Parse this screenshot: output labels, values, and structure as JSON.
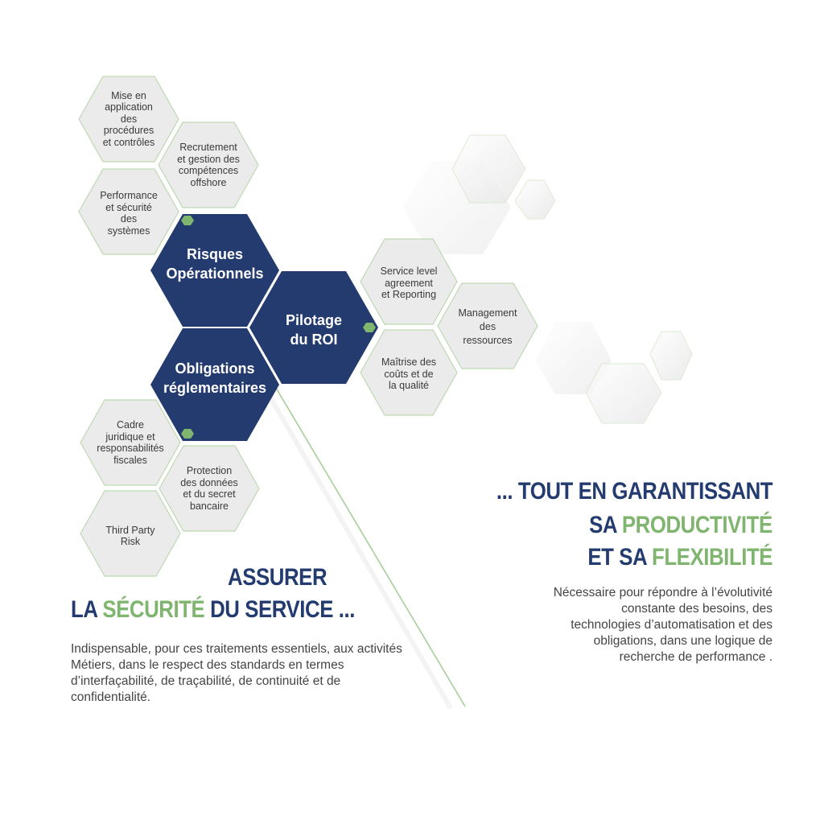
{
  "colors": {
    "navy": "#233b6e",
    "green": "#7fb56e",
    "hex_fill": "#ebebeb",
    "hex_stroke": "#bcd9b1"
  },
  "main_nodes": {
    "risques": "Risques\nOpérationnels",
    "obligations": "Obligations\nréglementaires",
    "pilotage": "Pilotage\ndu ROI"
  },
  "sub_nodes": {
    "mise_en_application": "Mise en\napplication\ndes\nprocédures\net contrôles",
    "recrutement": "Recrutement\net gestion des\ncompétences\noffshore",
    "performance": "Performance\net sécurité\ndes\nsystèmes",
    "service_level": "Service level\nagreement\net Reporting",
    "management": "Management\ndes\nressources",
    "maitrise": "Maîtrise des\ncoûts et de\nla qualité",
    "cadre_juridique": "Cadre\njuridique  et\nresponsabilités\nfiscales",
    "protection": "Protection\ndes données\net du secret\nbancaire",
    "third_party": "Third Party\nRisk"
  },
  "left_block": {
    "line1": "ASSURER",
    "line2_pre": "LA ",
    "line2_green": "SÉCURITÉ",
    "line2_post": " DU SERVICE ...",
    "paragraph": "Indispensable, pour ces traitements essentiels, aux activités Métiers, dans le respect des standards en termes d’interfaçabilité, de traçabilité, de continuité et de confidentialité."
  },
  "right_block": {
    "line1": "... TOUT EN GARANTISSANT",
    "line2_pre": "SA ",
    "line2_green": "PRODUCTIVITÉ",
    "line3_pre": "ET SA ",
    "line3_green": "FLEXIBILITÉ",
    "paragraph_lines": [
      "Nécessaire pour répondre à l’évolutivité",
      "constante des besoins, des",
      "technologies d’automatisation et des",
      "obligations, dans une logique de",
      "recherche de performance ."
    ]
  }
}
